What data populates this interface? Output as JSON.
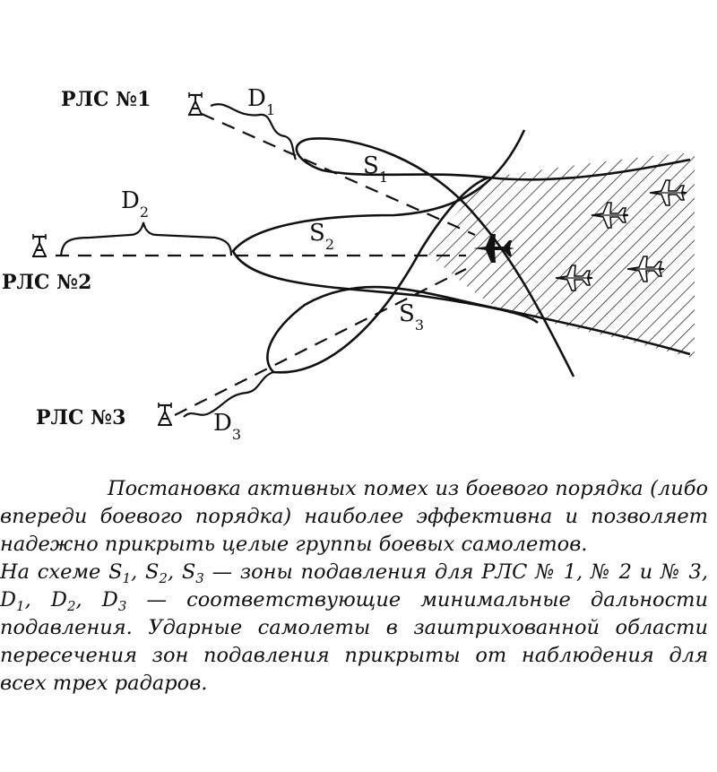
{
  "diagram": {
    "radars": [
      {
        "label": "РЛС №1"
      },
      {
        "label": "РЛС №2"
      },
      {
        "label": "РЛС №3"
      }
    ],
    "ranges": [
      {
        "letter": "D",
        "index": "1"
      },
      {
        "letter": "D",
        "index": "2"
      },
      {
        "letter": "D",
        "index": "3"
      }
    ],
    "zones": [
      {
        "letter": "S",
        "index": "1"
      },
      {
        "letter": "S",
        "index": "2"
      },
      {
        "letter": "S",
        "index": "3"
      }
    ]
  },
  "caption": {
    "paragraph1": "Постановка активных помех из боевого порядка (либо впереди боевого порядка) наиболее эффективна и позволяет надежно прикрыть целые группы боевых самолетов.",
    "p2_intro": "На схеме ",
    "p2_zones_desc": " — зоны подавления для РЛС № 1, № 2 и № 3, ",
    "p2_tail": " — соответствующие минимальные дальности подавления. Ударные самолеты в заштрихованной области пересечения зон подавления прикрыты от наблюдения для всех трех радаров.",
    "s": "S",
    "d": "D",
    "i1": "1",
    "i2": "2",
    "i3": "3",
    "sep": ", "
  }
}
